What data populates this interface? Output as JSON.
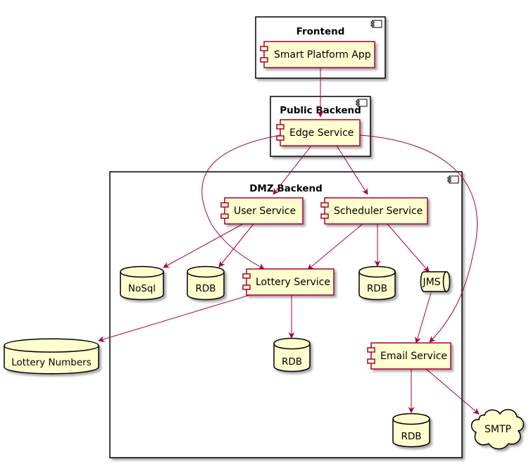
{
  "colors": {
    "node_fill": "#FEFECE",
    "node_stroke": "#A80036",
    "edge": "#A80036",
    "package_stroke": "#000000",
    "background": "#FFFFFF"
  },
  "packages": {
    "frontend": {
      "title": "Frontend"
    },
    "public_backend": {
      "title": "Public Backend"
    },
    "dmz_backend": {
      "title": "DMZ Backend"
    }
  },
  "components": {
    "smart_platform_app": "Smart Platform App",
    "edge_service": "Edge Service",
    "user_service": "User Service",
    "scheduler_service": "Scheduler Service",
    "lottery_service": "Lottery Service",
    "email_service": "Email Service"
  },
  "databases": {
    "nosql": "NoSql",
    "rdb_user": "RDB",
    "rdb_scheduler": "RDB",
    "rdb_lottery": "RDB",
    "rdb_email": "RDB",
    "lottery_numbers": "Lottery Numbers"
  },
  "queues": {
    "jms": "JMS"
  },
  "clouds": {
    "smtp": "SMTP"
  },
  "relations": [
    {
      "from": "Smart Platform App",
      "to": "Edge Service"
    },
    {
      "from": "Edge Service",
      "to": "User Service"
    },
    {
      "from": "Edge Service",
      "to": "Scheduler Service"
    },
    {
      "from": "Edge Service",
      "to": "Lottery Service"
    },
    {
      "from": "Edge Service",
      "to": "Email Service"
    },
    {
      "from": "User Service",
      "to": "NoSql"
    },
    {
      "from": "User Service",
      "to": "RDB"
    },
    {
      "from": "Scheduler Service",
      "to": "Lottery Service"
    },
    {
      "from": "Scheduler Service",
      "to": "RDB"
    },
    {
      "from": "Scheduler Service",
      "to": "JMS"
    },
    {
      "from": "JMS",
      "to": "Email Service"
    },
    {
      "from": "Lottery Service",
      "to": "Lottery Numbers"
    },
    {
      "from": "Lottery Service",
      "to": "RDB"
    },
    {
      "from": "Email Service",
      "to": "RDB"
    },
    {
      "from": "Email Service",
      "to": "SMTP"
    }
  ]
}
